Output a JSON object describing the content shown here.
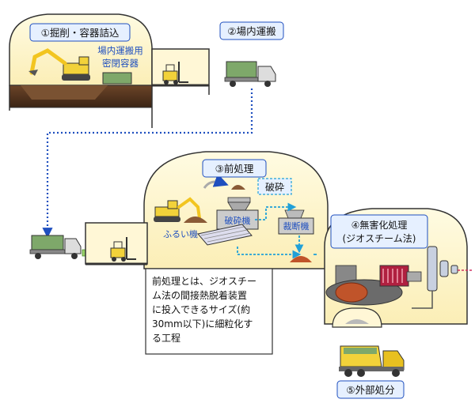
{
  "steps": {
    "s1": "①掘削・容器詰込",
    "s2": "②場内運搬",
    "s3": "③前処理",
    "s4a": "④無害化処理",
    "s4b": "(ジオスチーム法)",
    "s5": "⑤外部処分"
  },
  "labels": {
    "container_l1": "場内運搬用",
    "container_l2": "密閉容器",
    "crushing": "破砕",
    "crusher": "破砕機",
    "sieve": "ふるい機",
    "cutter": "裁断機"
  },
  "note": {
    "line1": "前処理とは、ジオスチー",
    "line2": "ム法の間接熱脱着装置",
    "line3": "に投入できるサイズ(約",
    "line4": "30mm以下)に細粒化す",
    "line5": "る工程"
  },
  "colors": {
    "building_fill": "#fdf3c4",
    "building_fill_light": "#fff7d6",
    "flow_blue": "#1f4fbf",
    "flow_cyan": "#20a0d8",
    "soil": "#5a3a22",
    "label_box": "#e6f0ff",
    "truck_yellow": "#f2d23a"
  }
}
